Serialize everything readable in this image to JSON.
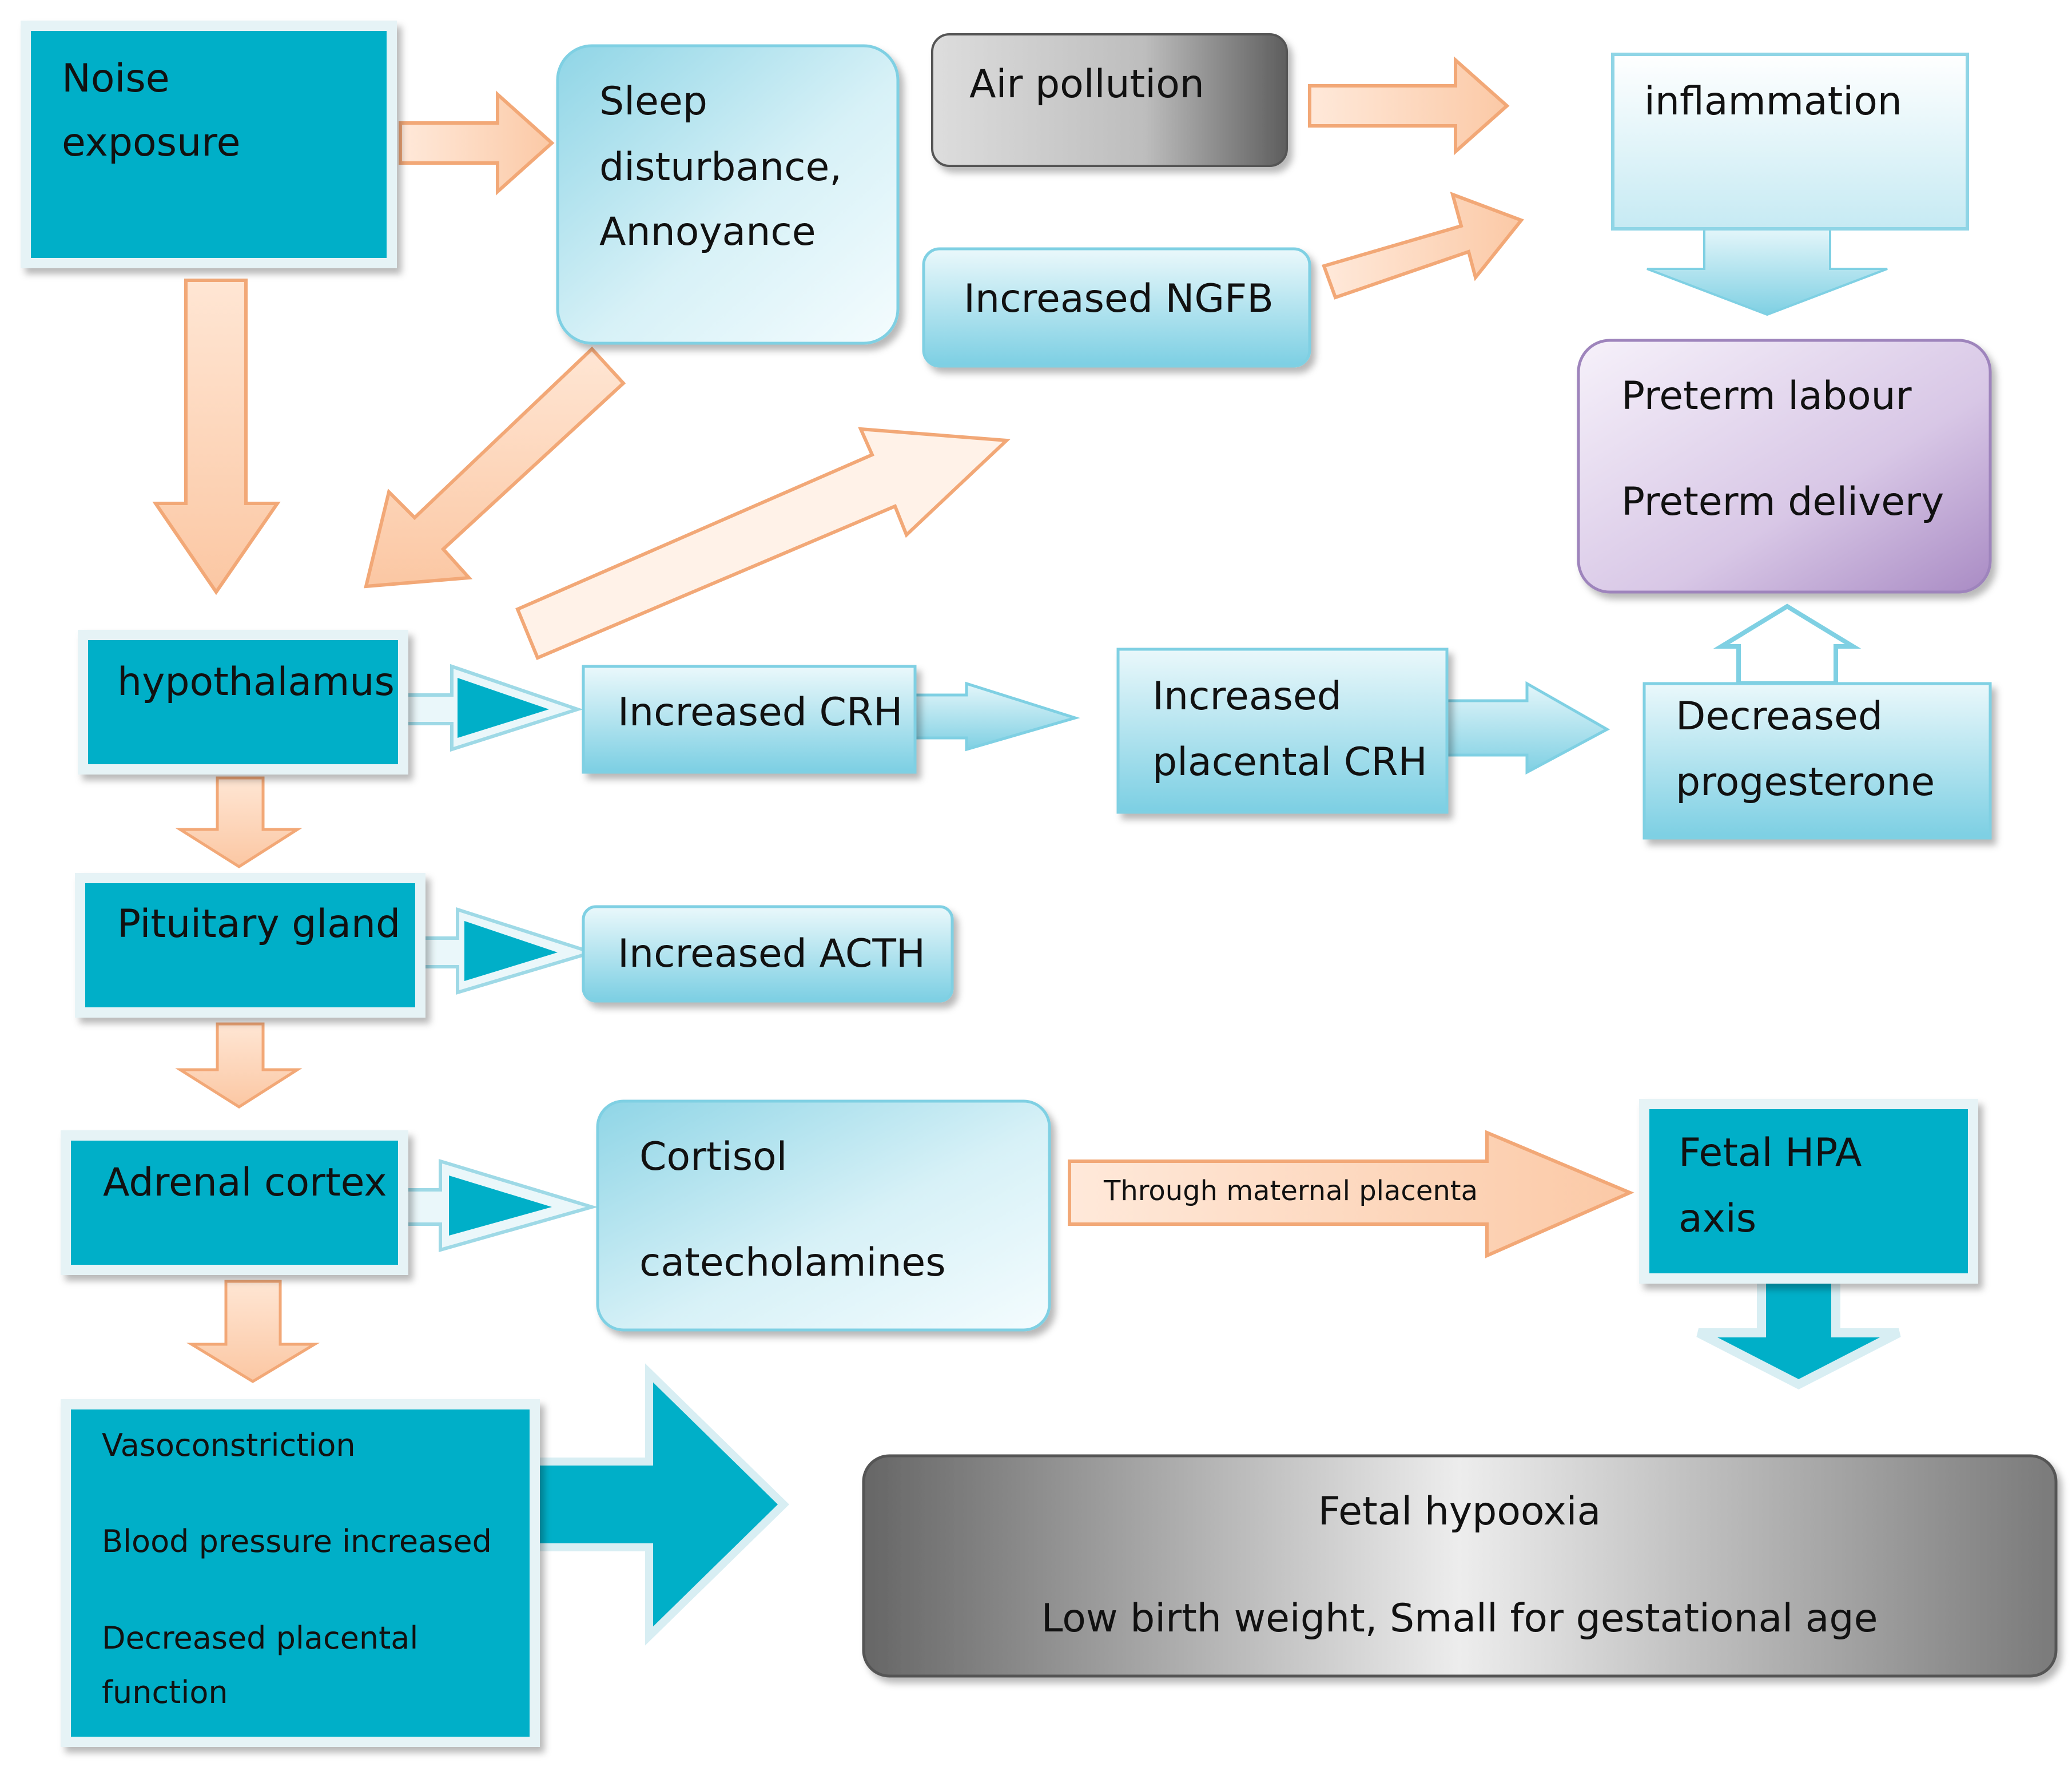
{
  "nodes": {
    "noise_exposure": [
      "Noise",
      "exposure"
    ],
    "sleep": [
      "Sleep",
      "disturbance,",
      "Annoyance"
    ],
    "air_pollution": [
      "Air pollution"
    ],
    "ngfb": [
      "Increased NGFB"
    ],
    "inflammation": [
      "inflammation"
    ],
    "preterm": [
      "Preterm labour",
      "Preterm delivery"
    ],
    "hypothalamus": [
      "hypothalamus"
    ],
    "crh": [
      "Increased CRH"
    ],
    "placental_crh": [
      "Increased",
      "placental CRH"
    ],
    "progesterone": [
      "Decreased",
      "progesterone"
    ],
    "pituitary": [
      "Pituitary gland"
    ],
    "acth": [
      "Increased ACTH"
    ],
    "adrenal": [
      "Adrenal cortex"
    ],
    "cortisol": [
      "Cortisol",
      "catecholamines"
    ],
    "fetal_hpa": [
      "Fetal HPA",
      "axis"
    ],
    "vaso": [
      "Vasoconstriction",
      "Blood pressure increased",
      "Decreased placental",
      "function"
    ],
    "fetal_outcome": [
      "Fetal hypooxia",
      "Low birth weight, Small for gestational age"
    ]
  },
  "edges": {
    "placenta_label": "Through maternal placenta"
  },
  "colors": {
    "teal": "#00AFC8",
    "peach": "#FFD6B8",
    "peach_stroke": "#F2A877",
    "light_blue": "#BDE9F2",
    "purple": "#CDB6DE",
    "gray_dark": "#6E6E6E",
    "gray_light": "#D9D9D9"
  }
}
